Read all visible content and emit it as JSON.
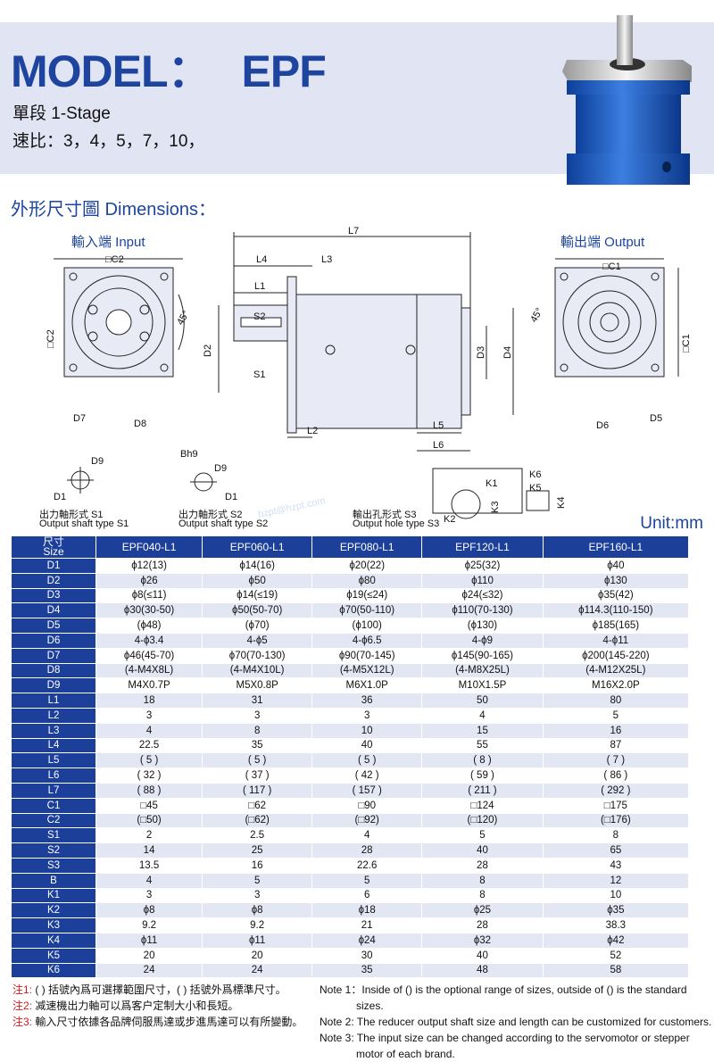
{
  "header": {
    "model_label": "MODEL：",
    "model_value": "EPF",
    "stage": "單段 1-Stage",
    "ratio": "速比：3，4，5，7，10，"
  },
  "dimensions_title": "外形尺寸圖 Dimensions：",
  "views": {
    "input": "輸入端 Input",
    "output": "輸出端 Output"
  },
  "drawing_labels": {
    "c2": "□C2",
    "c1": "□C1",
    "d2": "D2",
    "d7": "D7",
    "d8": "D8",
    "l7": "L7",
    "l4": "L4",
    "l3": "L3",
    "l1": "L1",
    "s2": "S2",
    "s1": "S1",
    "l2": "L2",
    "d3": "D3",
    "d4": "D4",
    "l5": "L5",
    "l6": "L6",
    "d6": "D6",
    "d5": "D5",
    "angle": "45°",
    "d9": "D9",
    "d1": "D1",
    "bh9": "Bh9",
    "s3": "S3",
    "k1": "K1",
    "k2": "K2",
    "k3": "K3",
    "k4": "K4",
    "k5": "K5",
    "k6": "K6"
  },
  "shaft_types": [
    {
      "cn": "出力軸形式 S1",
      "en": "Output shaft type S1"
    },
    {
      "cn": "出力軸形式 S2",
      "en": "Output shaft type S2"
    },
    {
      "cn": "輸出孔形式 S3",
      "en": "Output hole type S3"
    }
  ],
  "unit": "Unit:mm",
  "watermark": "hzpt@hzpt.com",
  "table": {
    "corner": [
      "尺寸",
      "Size"
    ],
    "columns": [
      "EPF040-L1",
      "EPF060-L1",
      "EPF080-L1",
      "EPF120-L1",
      "EPF160-L1"
    ],
    "rows": [
      [
        "D1",
        "ϕ12(13)",
        "ϕ14(16)",
        "ϕ20(22)",
        "ϕ25(32)",
        "ϕ40"
      ],
      [
        "D2",
        "ϕ26",
        "ϕ50",
        "ϕ80",
        "ϕ110",
        "ϕ130"
      ],
      [
        "D3",
        "ϕ8(≤11)",
        "ϕ14(≤19)",
        "ϕ19(≤24)",
        "ϕ24(≤32)",
        "ϕ35(42)"
      ],
      [
        "D4",
        "ϕ30(30-50)",
        "ϕ50(50-70)",
        "ϕ70(50-110)",
        "ϕ110(70-130)",
        "ϕ114.3(110-150)"
      ],
      [
        "D5",
        "(ϕ48)",
        "(ϕ70)",
        "(ϕ100)",
        "(ϕ130)",
        "ϕ185(165)"
      ],
      [
        "D6",
        "4-ϕ3.4",
        "4-ϕ5",
        "4-ϕ6.5",
        "4-ϕ9",
        "4-ϕ11"
      ],
      [
        "D7",
        "ϕ46(45-70)",
        "ϕ70(70-130)",
        "ϕ90(70-145)",
        "ϕ145(90-165)",
        "ϕ200(145-220)"
      ],
      [
        "D8",
        "(4-M4X8L)",
        "(4-M4X10L)",
        "(4-M5X12L)",
        "(4-M8X25L)",
        "(4-M12X25L)"
      ],
      [
        "D9",
        "M4X0.7P",
        "M5X0.8P",
        "M6X1.0P",
        "M10X1.5P",
        "M16X2.0P"
      ],
      [
        "L1",
        "18",
        "31",
        "36",
        "50",
        "80"
      ],
      [
        "L2",
        "3",
        "3",
        "3",
        "4",
        "5"
      ],
      [
        "L3",
        "4",
        "8",
        "10",
        "15",
        "16"
      ],
      [
        "L4",
        "22.5",
        "35",
        "40",
        "55",
        "87"
      ],
      [
        "L5",
        "( 5 )",
        "( 5 )",
        "( 5 )",
        "( 8 )",
        "( 7 )"
      ],
      [
        "L6",
        "( 32 )",
        "( 37 )",
        "( 42 )",
        "( 59 )",
        "( 86 )"
      ],
      [
        "L7",
        "( 88 )",
        "( 117 )",
        "( 157 )",
        "( 211 )",
        "( 292 )"
      ],
      [
        "C1",
        "□45",
        "□62",
        "□90",
        "□124",
        "□175"
      ],
      [
        "C2",
        "(□50)",
        "(□62)",
        "(□92)",
        "(□120)",
        "(□176)"
      ],
      [
        "S1",
        "2",
        "2.5",
        "4",
        "5",
        "8"
      ],
      [
        "S2",
        "14",
        "25",
        "28",
        "40",
        "65"
      ],
      [
        "S3",
        "13.5",
        "16",
        "22.6",
        "28",
        "43"
      ],
      [
        "B",
        "4",
        "5",
        "5",
        "8",
        "12"
      ],
      [
        "K1",
        "3",
        "3",
        "6",
        "8",
        "10"
      ],
      [
        "K2",
        "ϕ8",
        "ϕ8",
        "ϕ18",
        "ϕ25",
        "ϕ35"
      ],
      [
        "K3",
        "9.2",
        "9.2",
        "21",
        "28",
        "38.3"
      ],
      [
        "K4",
        "ϕ11",
        "ϕ11",
        "ϕ24",
        "ϕ32",
        "ϕ42"
      ],
      [
        "K5",
        "20",
        "20",
        "30",
        "40",
        "52"
      ],
      [
        "K6",
        "24",
        "24",
        "35",
        "48",
        "58"
      ]
    ]
  },
  "notes_cn": [
    {
      "tag": "注1:",
      "text": "( ) 括號內爲可選擇範圍尺寸，( ) 括號外爲標準尺寸。"
    },
    {
      "tag": "注2:",
      "text": "减速機出力軸可以爲客户定制大小和長短。"
    },
    {
      "tag": "注3:",
      "text": "輸入尺寸依據各品牌伺服馬達或步進馬達可以有所變動。"
    }
  ],
  "notes_en": [
    "Note 1：Inside of () is the optional range of sizes, outside of () is the standard sizes.",
    "Note 2: The reducer output shaft size and length can be customized for customers.",
    "Note 3: The input size can be changed according to the servomotor or stepper motor of each brand."
  ],
  "colors": {
    "brand_blue": "#1d45a0",
    "header_band": "#e1e4f3",
    "table_header": "#1c3f9a",
    "row_alt": "#e3e6f3",
    "note_red": "#d8151c"
  }
}
